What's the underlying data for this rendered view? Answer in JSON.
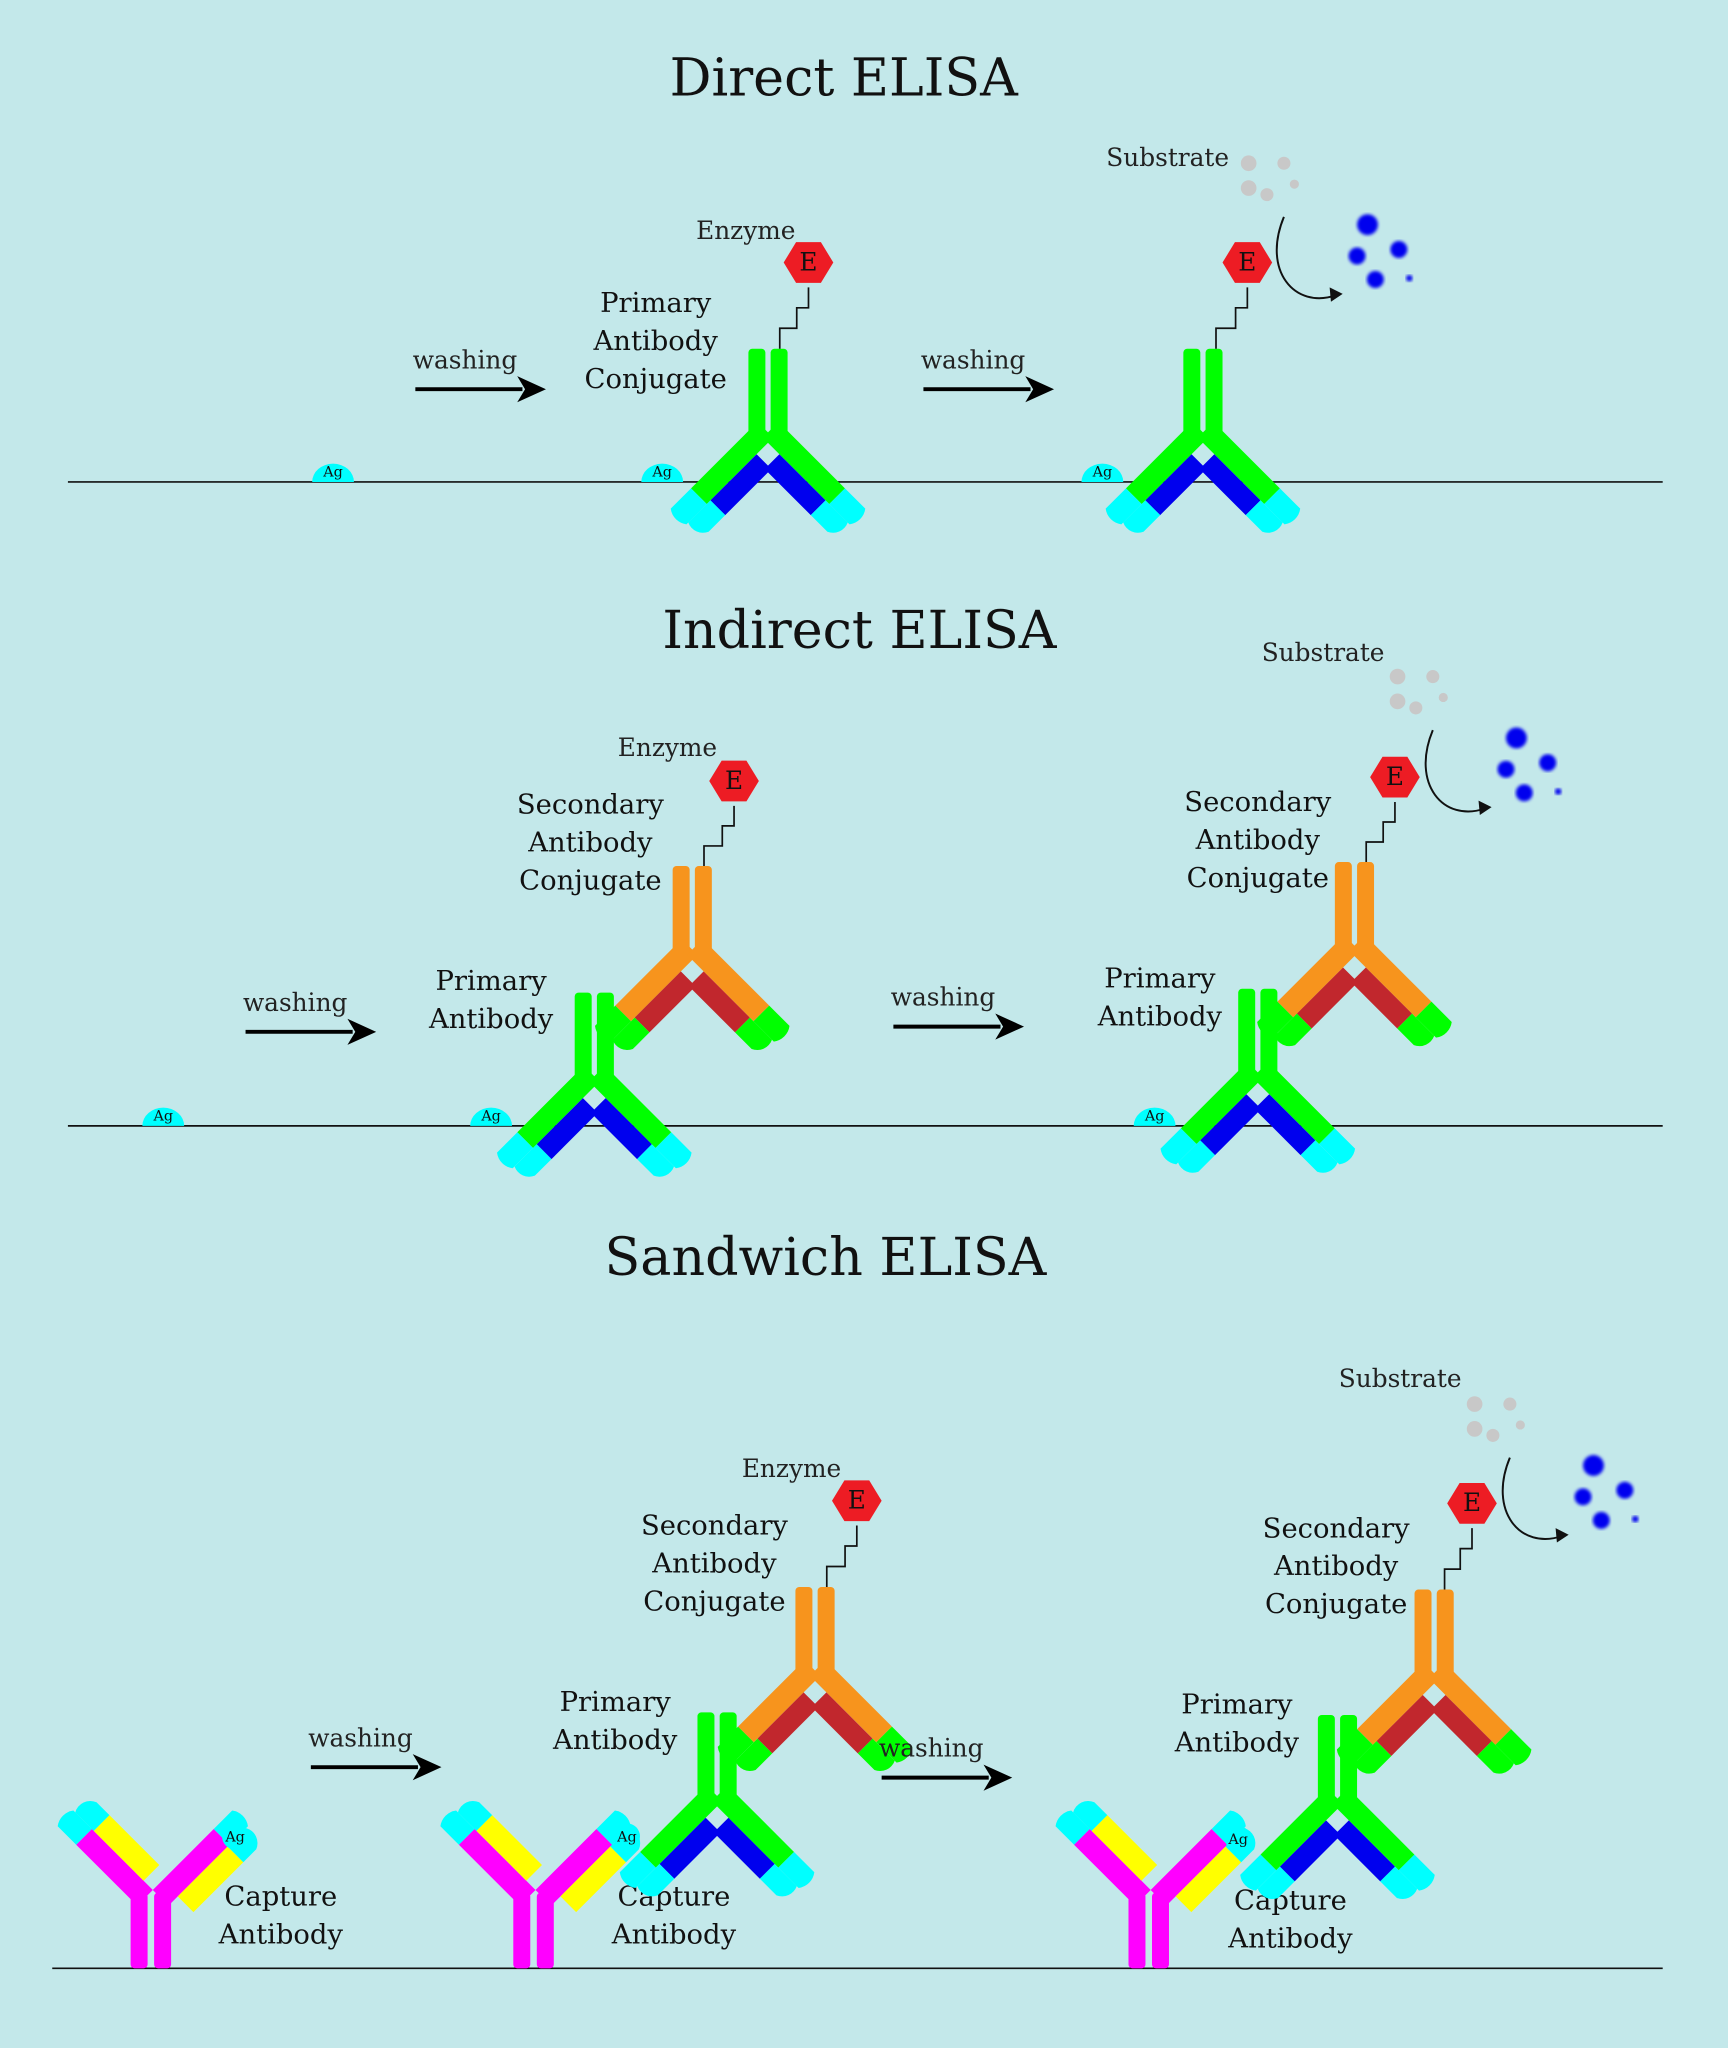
{
  "colors": {
    "background": "#c3e8ea",
    "primary_antibody": "#00ff00",
    "primary_light_chain": "#0000ee",
    "antigen_binding_tip_primary": "#00ffff",
    "secondary_antibody": "#f7941d",
    "secondary_light_chain": "#c1272d",
    "antigen_binding_tip_secondary": "#00ff00",
    "capture_antibody": "#ff00ff",
    "capture_light_chain": "#ffff00",
    "antigen": "#00ffff",
    "enzyme": "#ed1c24",
    "substrate": "#c8c8c8",
    "product": "#0000ee"
  },
  "labels": {
    "antigen": "Ag",
    "enzyme_symbol": "E",
    "enzyme": "Enzyme",
    "substrate": "Substrate",
    "washing": "washing",
    "primary": "Primary",
    "secondary": "Secondary",
    "antibody": "Antibody",
    "conjugate": "Conjugate",
    "capture": "Capture"
  },
  "panels": [
    {
      "title": "Direct ELISA",
      "steps": [
        "Antigen coated",
        "Primary Antibody Conjugate",
        "Substrate conversion"
      ]
    },
    {
      "title": "Indirect ELISA",
      "steps": [
        "Antigen coated",
        "Primary + Secondary Antibody Conjugate",
        "Substrate conversion"
      ]
    },
    {
      "title": "Sandwich ELISA",
      "steps": [
        "Capture Antibody with antigen",
        "Primary + Secondary Antibody Conjugate",
        "Substrate conversion"
      ]
    }
  ]
}
